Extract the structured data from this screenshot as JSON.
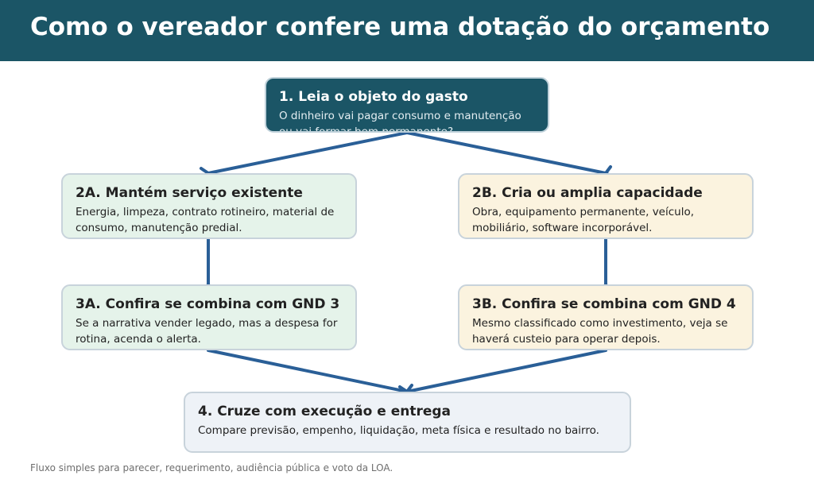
{
  "title": "Como o vereador confere uma dotação do orçamento",
  "nodes": {
    "step1": {
      "title": "1. Leia o objeto do gasto",
      "description": "O dinheiro vai pagar consumo e manutenção ou vai formar bem permanente?"
    },
    "step2a": {
      "title": "2A. Mantém serviço existente",
      "description": "Energia, limpeza, contrato rotineiro, material de consumo, manutenção predial."
    },
    "step2b": {
      "title": "2B. Cria ou amplia capacidade",
      "description": "Obra, equipamento permanente, veículo, mobiliário, software incorporável."
    },
    "step3a": {
      "title": "3A. Confira se combina com GND 3",
      "description": "Se a narrativa vender legado, mas a despesa for rotina, acenda o alerta."
    },
    "step3b": {
      "title": "3B. Confira se combina com GND 4",
      "description": "Mesmo classificado como investimento, veja se haverá custeio para operar depois."
    },
    "step4": {
      "title": "4. Cruze com execução e entrega",
      "description": "Compare previsão, empenho, liquidação, meta física e resultado no bairro."
    }
  },
  "footnote": "Fluxo simples para parecer, requerimento, audiência pública e voto da LOA.",
  "colors": {
    "header": "#1b5566",
    "arrow": "#2a5f97",
    "green_box": "#e5f3ea",
    "yellow_box": "#fbf3df",
    "grey_box": "#eef2f7"
  }
}
